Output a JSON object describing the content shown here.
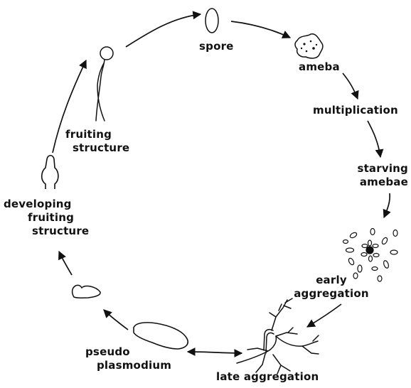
{
  "stages": {
    "spore": "spore",
    "ameba": "ameba",
    "multiplication": "multiplication",
    "starving_1": "starving",
    "starving_2": "amebae",
    "early_1": "early",
    "early_2": "aggregation",
    "late": "late aggregation",
    "pseudo_1": "pseudo",
    "pseudo_2": "plasmodium",
    "developing_1": "developing",
    "developing_2": "fruiting",
    "developing_3": "structure",
    "fruiting_1": "fruiting",
    "fruiting_2": "structure"
  }
}
